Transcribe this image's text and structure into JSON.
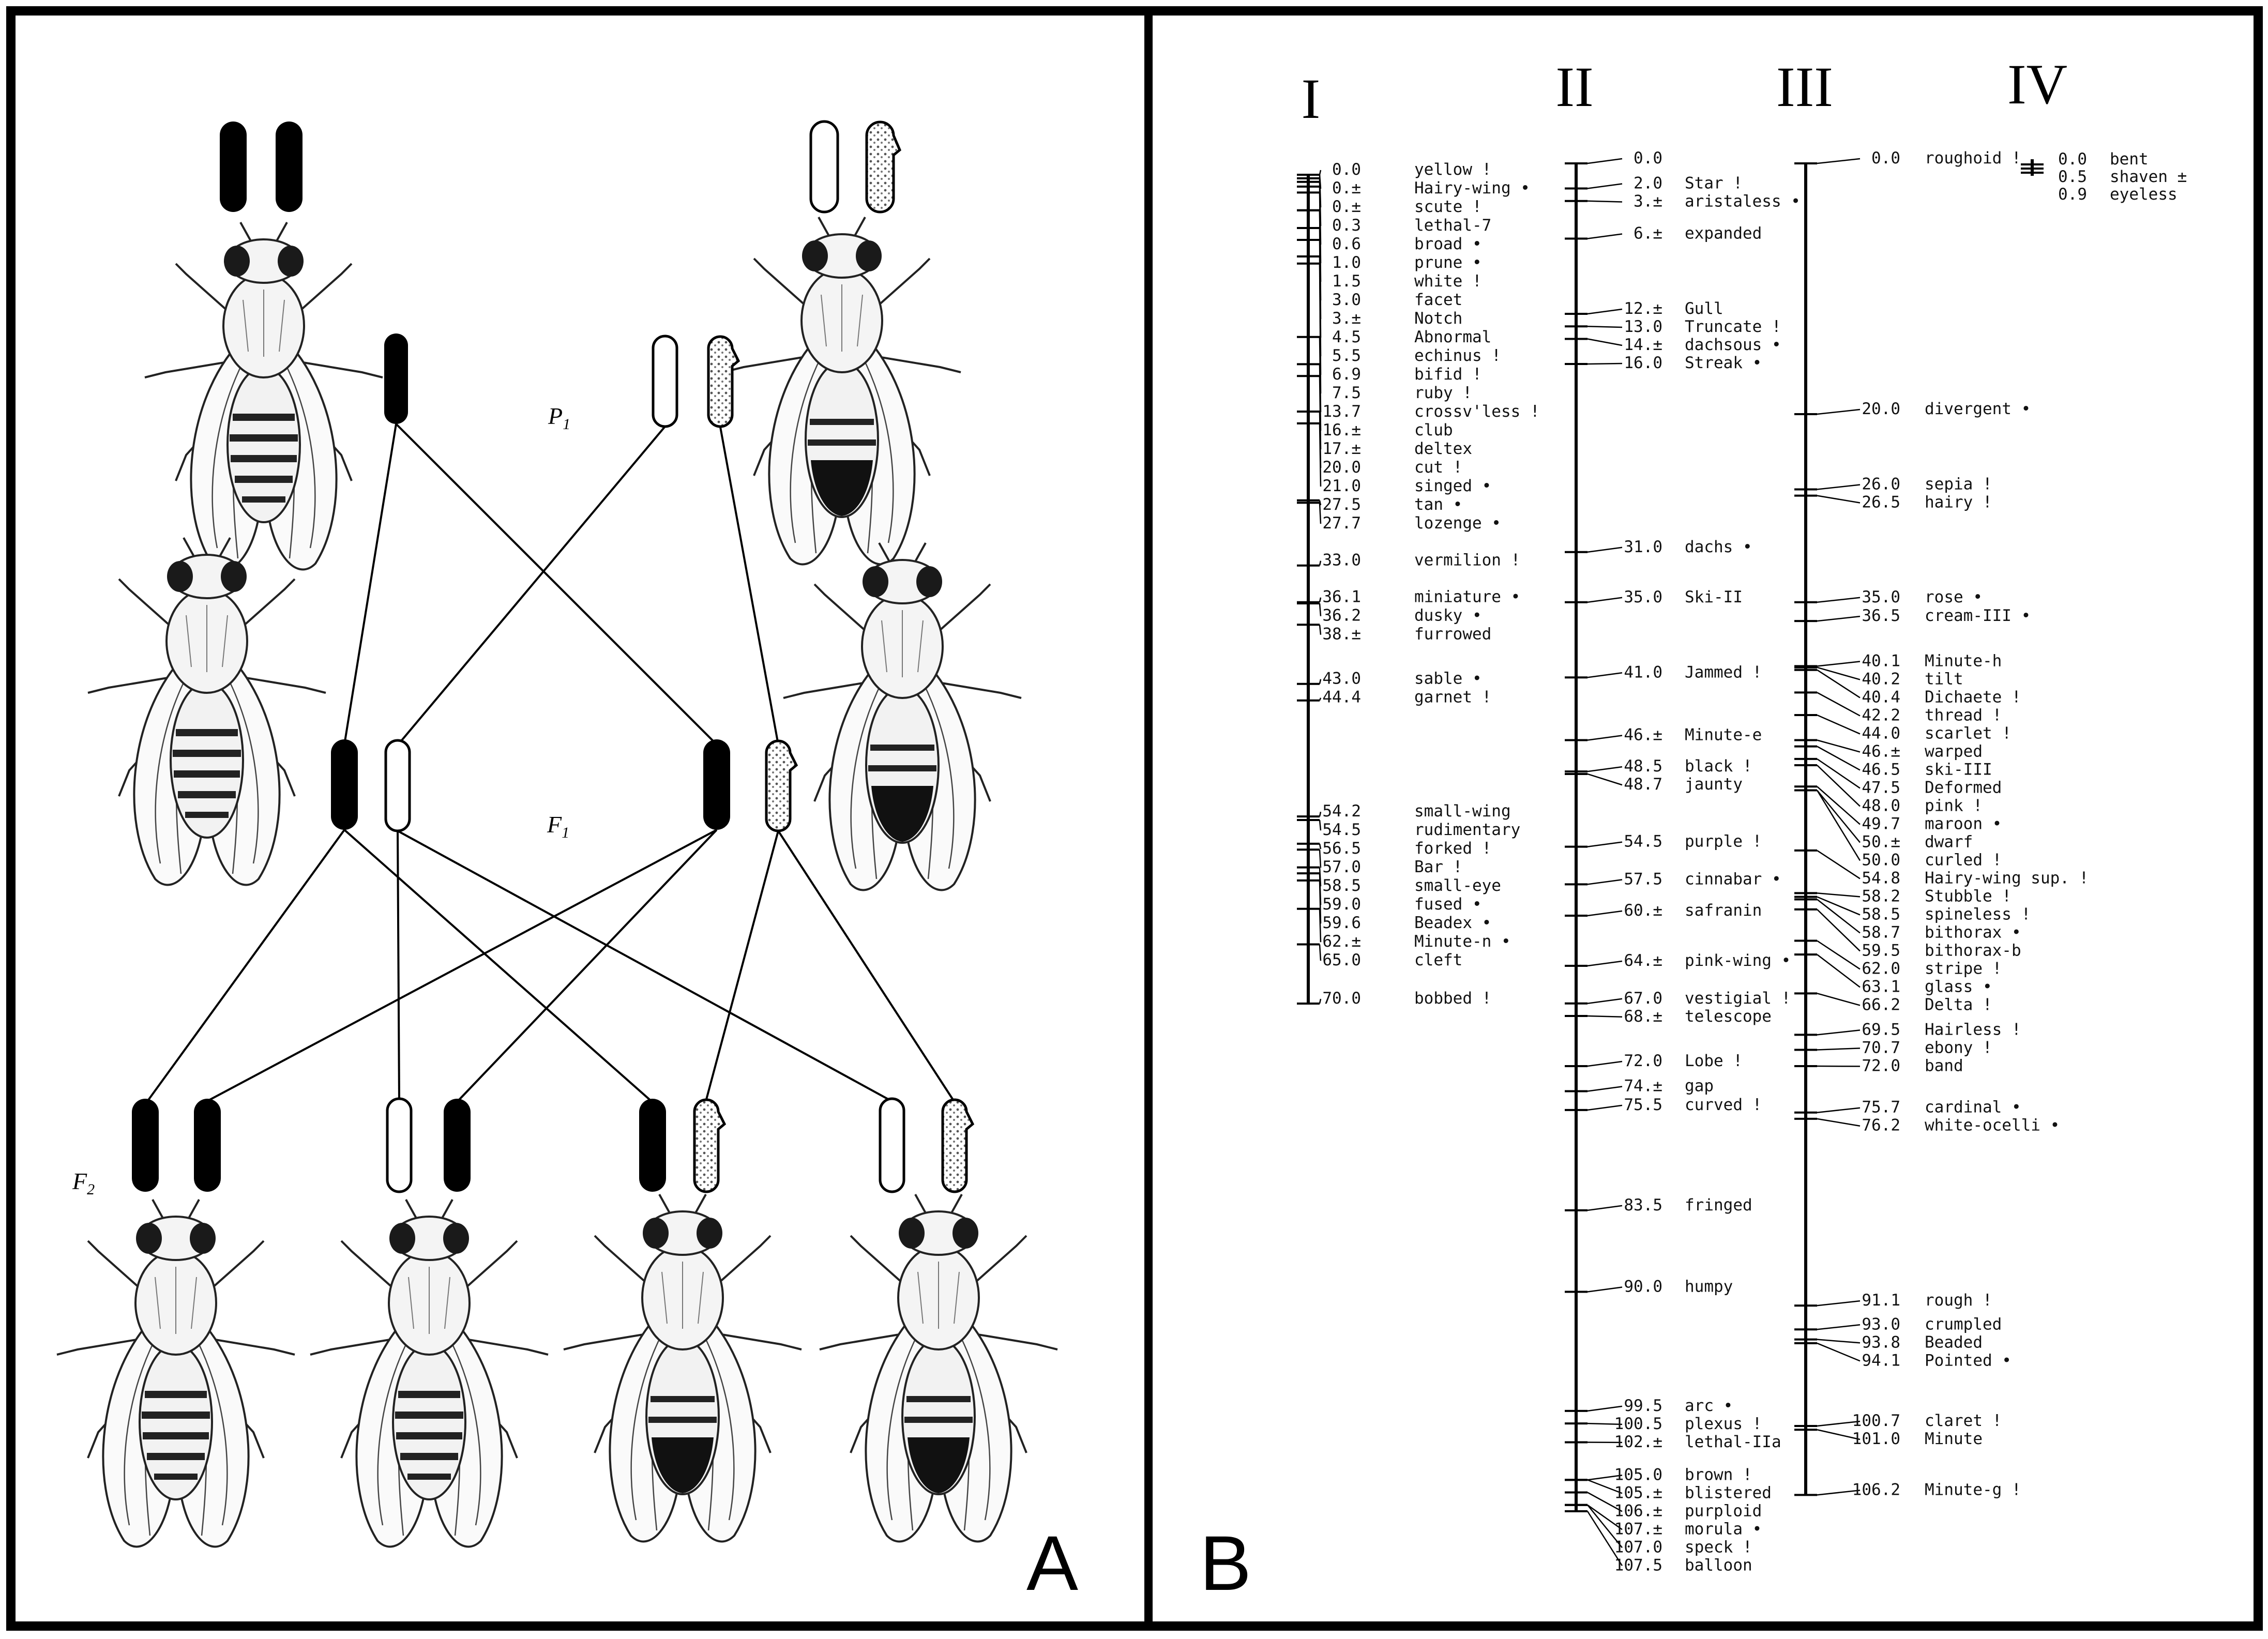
{
  "panels": {
    "a_label": "A",
    "b_label": "B"
  },
  "cross": {
    "gen_labels": {
      "p1": "P",
      "p1_sub": "1",
      "f1": "F",
      "f1_sub": "1",
      "f2": "F",
      "f2_sub": "2"
    }
  },
  "chromosome_map": {
    "chromosomes": [
      {
        "name": "I",
        "loci": [
          {
            "pos": 0.0,
            "label": "0.0",
            "gene": "yellow",
            "mark": "!"
          },
          {
            "pos": 0.0,
            "label": "0.±",
            "gene": "Hairy-wing",
            "mark": "•"
          },
          {
            "pos": 0.0,
            "label": "0.±",
            "gene": "scute",
            "mark": "!"
          },
          {
            "pos": 0.3,
            "label": "0.3",
            "gene": "lethal-7",
            "mark": ""
          },
          {
            "pos": 0.6,
            "label": "0.6",
            "gene": "broad",
            "mark": "•"
          },
          {
            "pos": 1.0,
            "label": "1.0",
            "gene": "prune",
            "mark": "•"
          },
          {
            "pos": 1.5,
            "label": "1.5",
            "gene": "white",
            "mark": "!"
          },
          {
            "pos": 3.0,
            "label": "3.0",
            "gene": "facet",
            "mark": ""
          },
          {
            "pos": 3.0,
            "label": "3.±",
            "gene": "Notch",
            "mark": ""
          },
          {
            "pos": 4.5,
            "label": "4.5",
            "gene": "Abnormal",
            "mark": ""
          },
          {
            "pos": 5.5,
            "label": "5.5",
            "gene": "echinus",
            "mark": "!"
          },
          {
            "pos": 6.9,
            "label": "6.9",
            "gene": "bifid",
            "mark": "!"
          },
          {
            "pos": 7.5,
            "label": "7.5",
            "gene": "ruby",
            "mark": "!"
          },
          {
            "pos": 13.7,
            "label": "13.7",
            "gene": "crossv'less",
            "mark": "!"
          },
          {
            "pos": 16.0,
            "label": "16.±",
            "gene": "club",
            "mark": ""
          },
          {
            "pos": 17.0,
            "label": "17.±",
            "gene": "deltex",
            "mark": ""
          },
          {
            "pos": 20.0,
            "label": "20.0",
            "gene": "cut",
            "mark": "!"
          },
          {
            "pos": 21.0,
            "label": "21.0",
            "gene": "singed",
            "mark": "•"
          },
          {
            "pos": 27.5,
            "label": "27.5",
            "gene": "tan",
            "mark": "•"
          },
          {
            "pos": 27.7,
            "label": "27.7",
            "gene": "lozenge",
            "mark": "•"
          },
          {
            "pos": 33.0,
            "label": "33.0",
            "gene": "vermilion",
            "mark": "!"
          },
          {
            "pos": 36.1,
            "label": "36.1",
            "gene": "miniature",
            "mark": "•"
          },
          {
            "pos": 36.2,
            "label": "36.2",
            "gene": "dusky",
            "mark": "•"
          },
          {
            "pos": 38.0,
            "label": "38.±",
            "gene": "furrowed",
            "mark": ""
          },
          {
            "pos": 43.0,
            "label": "43.0",
            "gene": "sable",
            "mark": "•"
          },
          {
            "pos": 44.4,
            "label": "44.4",
            "gene": "garnet",
            "mark": "!"
          },
          {
            "pos": 54.2,
            "label": "54.2",
            "gene": "small-wing",
            "mark": ""
          },
          {
            "pos": 54.5,
            "label": "54.5",
            "gene": "rudimentary",
            "mark": ""
          },
          {
            "pos": 56.5,
            "label": "56.5",
            "gene": "forked",
            "mark": "!"
          },
          {
            "pos": 57.0,
            "label": "57.0",
            "gene": "Bar",
            "mark": "!"
          },
          {
            "pos": 58.5,
            "label": "58.5",
            "gene": "small-eye",
            "mark": ""
          },
          {
            "pos": 59.0,
            "label": "59.0",
            "gene": "fused",
            "mark": "•"
          },
          {
            "pos": 59.6,
            "label": "59.6",
            "gene": "Beadex",
            "mark": "•"
          },
          {
            "pos": 62.0,
            "label": "62.±",
            "gene": "Minute-n",
            "mark": "•"
          },
          {
            "pos": 65.0,
            "label": "65.0",
            "gene": "cleft",
            "mark": ""
          },
          {
            "pos": 70.0,
            "label": "70.0",
            "gene": "bobbed",
            "mark": "!"
          }
        ]
      },
      {
        "name": "II",
        "loci": [
          {
            "pos": 0.0,
            "label": "0.0",
            "gene": "",
            "mark": ""
          },
          {
            "pos": 2.0,
            "label": "2.0",
            "gene": "Star",
            "mark": "!"
          },
          {
            "pos": 3.0,
            "label": "3.±",
            "gene": "aristaless",
            "mark": "•"
          },
          {
            "pos": 6.0,
            "label": "6.±",
            "gene": "expanded",
            "mark": ""
          },
          {
            "pos": 12.0,
            "label": "12.±",
            "gene": "Gull",
            "mark": ""
          },
          {
            "pos": 13.0,
            "label": "13.0",
            "gene": "Truncate",
            "mark": "!"
          },
          {
            "pos": 14.0,
            "label": "14.±",
            "gene": "dachsous",
            "mark": "•"
          },
          {
            "pos": 16.0,
            "label": "16.0",
            "gene": "Streak",
            "mark": "•"
          },
          {
            "pos": 31.0,
            "label": "31.0",
            "gene": "dachs",
            "mark": "•"
          },
          {
            "pos": 35.0,
            "label": "35.0",
            "gene": "Ski-II",
            "mark": ""
          },
          {
            "pos": 41.0,
            "label": "41.0",
            "gene": "Jammed",
            "mark": "!"
          },
          {
            "pos": 46.0,
            "label": "46.±",
            "gene": "Minute-e",
            "mark": ""
          },
          {
            "pos": 48.5,
            "label": "48.5",
            "gene": "black",
            "mark": "!"
          },
          {
            "pos": 48.7,
            "label": "48.7",
            "gene": "jaunty",
            "mark": ""
          },
          {
            "pos": 54.5,
            "label": "54.5",
            "gene": "purple",
            "mark": "!"
          },
          {
            "pos": 57.5,
            "label": "57.5",
            "gene": "cinnabar",
            "mark": "•"
          },
          {
            "pos": 60.0,
            "label": "60.±",
            "gene": "safranin",
            "mark": ""
          },
          {
            "pos": 64.0,
            "label": "64.±",
            "gene": "pink-wing",
            "mark": "•"
          },
          {
            "pos": 67.0,
            "label": "67.0",
            "gene": "vestigial",
            "mark": "!"
          },
          {
            "pos": 68.0,
            "label": "68.±",
            "gene": "telescope",
            "mark": ""
          },
          {
            "pos": 72.0,
            "label": "72.0",
            "gene": "Lobe",
            "mark": "!"
          },
          {
            "pos": 74.0,
            "label": "74.±",
            "gene": "gap",
            "mark": ""
          },
          {
            "pos": 75.5,
            "label": "75.5",
            "gene": "curved",
            "mark": "!"
          },
          {
            "pos": 83.5,
            "label": "83.5",
            "gene": "fringed",
            "mark": ""
          },
          {
            "pos": 90.0,
            "label": "90.0",
            "gene": "humpy",
            "mark": ""
          },
          {
            "pos": 99.5,
            "label": "99.5",
            "gene": "arc",
            "mark": "•"
          },
          {
            "pos": 100.5,
            "label": "100.5",
            "gene": "plexus",
            "mark": "!"
          },
          {
            "pos": 102.0,
            "label": "102.±",
            "gene": "lethal-IIa",
            "mark": ""
          },
          {
            "pos": 105.0,
            "label": "105.0",
            "gene": "brown",
            "mark": "!"
          },
          {
            "pos": 105.0,
            "label": "105.±",
            "gene": "blistered",
            "mark": ""
          },
          {
            "pos": 106.0,
            "label": "106.±",
            "gene": "purploid",
            "mark": ""
          },
          {
            "pos": 107.0,
            "label": "107.±",
            "gene": "morula",
            "mark": "•"
          },
          {
            "pos": 107.0,
            "label": "107.0",
            "gene": "speck",
            "mark": "!"
          },
          {
            "pos": 107.5,
            "label": "107.5",
            "gene": "balloon",
            "mark": ""
          }
        ]
      },
      {
        "name": "III",
        "loci": [
          {
            "pos": 0.0,
            "label": "0.0",
            "gene": "roughoid",
            "mark": "!"
          },
          {
            "pos": 20.0,
            "label": "20.0",
            "gene": "divergent",
            "mark": "•"
          },
          {
            "pos": 26.0,
            "label": "26.0",
            "gene": "sepia",
            "mark": "!"
          },
          {
            "pos": 26.5,
            "label": "26.5",
            "gene": "hairy",
            "mark": "!"
          },
          {
            "pos": 35.0,
            "label": "35.0",
            "gene": "rose",
            "mark": "•"
          },
          {
            "pos": 36.5,
            "label": "36.5",
            "gene": "cream-III",
            "mark": "•"
          },
          {
            "pos": 40.1,
            "label": "40.1",
            "gene": "Minute-h",
            "mark": ""
          },
          {
            "pos": 40.2,
            "label": "40.2",
            "gene": "tilt",
            "mark": ""
          },
          {
            "pos": 40.4,
            "label": "40.4",
            "gene": "Dichaete",
            "mark": "!"
          },
          {
            "pos": 42.2,
            "label": "42.2",
            "gene": "thread",
            "mark": "!"
          },
          {
            "pos": 44.0,
            "label": "44.0",
            "gene": "scarlet",
            "mark": "!"
          },
          {
            "pos": 46.0,
            "label": "46.±",
            "gene": "warped",
            "mark": ""
          },
          {
            "pos": 46.5,
            "label": "46.5",
            "gene": "ski-III",
            "mark": ""
          },
          {
            "pos": 47.5,
            "label": "47.5",
            "gene": "Deformed",
            "mark": ""
          },
          {
            "pos": 48.0,
            "label": "48.0",
            "gene": "pink",
            "mark": "!"
          },
          {
            "pos": 49.7,
            "label": "49.7",
            "gene": "maroon",
            "mark": "•"
          },
          {
            "pos": 50.0,
            "label": "50.±",
            "gene": "dwarf",
            "mark": ""
          },
          {
            "pos": 50.0,
            "label": "50.0",
            "gene": "curled",
            "mark": "!"
          },
          {
            "pos": 54.8,
            "label": "54.8",
            "gene": "Hairy-wing sup.",
            "mark": "!"
          },
          {
            "pos": 58.2,
            "label": "58.2",
            "gene": "Stubble",
            "mark": "!"
          },
          {
            "pos": 58.5,
            "label": "58.5",
            "gene": "spineless",
            "mark": "!"
          },
          {
            "pos": 58.7,
            "label": "58.7",
            "gene": "bithorax",
            "mark": "•"
          },
          {
            "pos": 59.5,
            "label": "59.5",
            "gene": "bithorax-b",
            "mark": ""
          },
          {
            "pos": 62.0,
            "label": "62.0",
            "gene": "stripe",
            "mark": "!"
          },
          {
            "pos": 63.1,
            "label": "63.1",
            "gene": "glass",
            "mark": "•"
          },
          {
            "pos": 66.2,
            "label": "66.2",
            "gene": "Delta",
            "mark": "!"
          },
          {
            "pos": 69.5,
            "label": "69.5",
            "gene": "Hairless",
            "mark": "!"
          },
          {
            "pos": 70.7,
            "label": "70.7",
            "gene": "ebony",
            "mark": "!"
          },
          {
            "pos": 72.0,
            "label": "72.0",
            "gene": "band",
            "mark": ""
          },
          {
            "pos": 75.7,
            "label": "75.7",
            "gene": "cardinal",
            "mark": "•"
          },
          {
            "pos": 76.2,
            "label": "76.2",
            "gene": "white-ocelli",
            "mark": "•"
          },
          {
            "pos": 91.1,
            "label": "91.1",
            "gene": "rough",
            "mark": "!"
          },
          {
            "pos": 93.0,
            "label": "93.0",
            "gene": "crumpled",
            "mark": ""
          },
          {
            "pos": 93.8,
            "label": "93.8",
            "gene": "Beaded",
            "mark": ""
          },
          {
            "pos": 94.1,
            "label": "94.1",
            "gene": "Pointed",
            "mark": "•"
          },
          {
            "pos": 100.7,
            "label": "100.7",
            "gene": "claret",
            "mark": "!"
          },
          {
            "pos": 101.0,
            "label": "101.0",
            "gene": "Minute",
            "mark": ""
          },
          {
            "pos": 106.2,
            "label": "106.2",
            "gene": "Minute-g",
            "mark": "!"
          }
        ]
      },
      {
        "name": "IV",
        "loci": [
          {
            "pos": 0.0,
            "label": "0.0",
            "gene": "bent",
            "mark": ""
          },
          {
            "pos": 0.5,
            "label": "0.5",
            "gene": "shaven",
            "mark": "±"
          },
          {
            "pos": 0.9,
            "label": "0.9",
            "gene": "eyeless",
            "mark": ""
          }
        ]
      }
    ]
  }
}
